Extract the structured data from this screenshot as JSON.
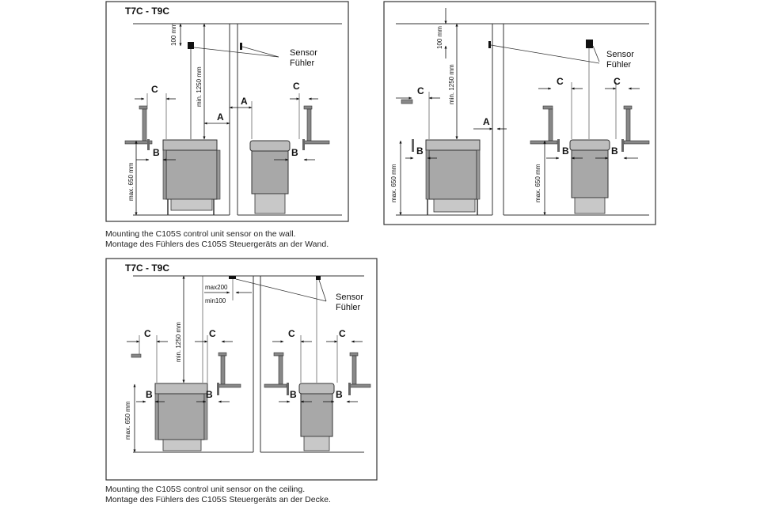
{
  "panels": [
    {
      "id": "wall-t7c-t9c",
      "model": "T7C - T9C",
      "dims": {
        "h100": "100 mm",
        "h1250": "min. 1250 mm",
        "h650": "max. 650 mm"
      },
      "letters": {
        "A": "A",
        "B": "B",
        "C": "C"
      },
      "sensor": [
        "Sensor",
        "Fühler"
      ]
    },
    {
      "id": "wall-right",
      "model": "",
      "dims": {
        "h100": "100 mm",
        "h1250": "min. 1250 mm",
        "h650": "max. 650 mm"
      },
      "letters": {
        "A": "A",
        "B": "B",
        "C": "C"
      },
      "sensor": [
        "Sensor",
        "Fühler"
      ]
    },
    {
      "id": "ceiling-t7c-t9c",
      "model": "T7C - T9C",
      "dims": {
        "max200": "max200",
        "min100": "min100",
        "h1250": "min. 1250 mm",
        "h650": "max. 650 mm"
      },
      "letters": {
        "B": "B",
        "C": "C"
      },
      "sensor": [
        "Sensor",
        "Fühler"
      ]
    }
  ],
  "captions": {
    "wall": [
      "Mounting the C105S control unit sensor on the wall.",
      "Montage des Fühlers des C105S Steuergeräts an der Wand."
    ],
    "ceiling": [
      "Mounting the C105S control unit sensor on the ceiling.",
      "Montage des Fühlers des C105S Steuergeräts an der Decke."
    ]
  }
}
